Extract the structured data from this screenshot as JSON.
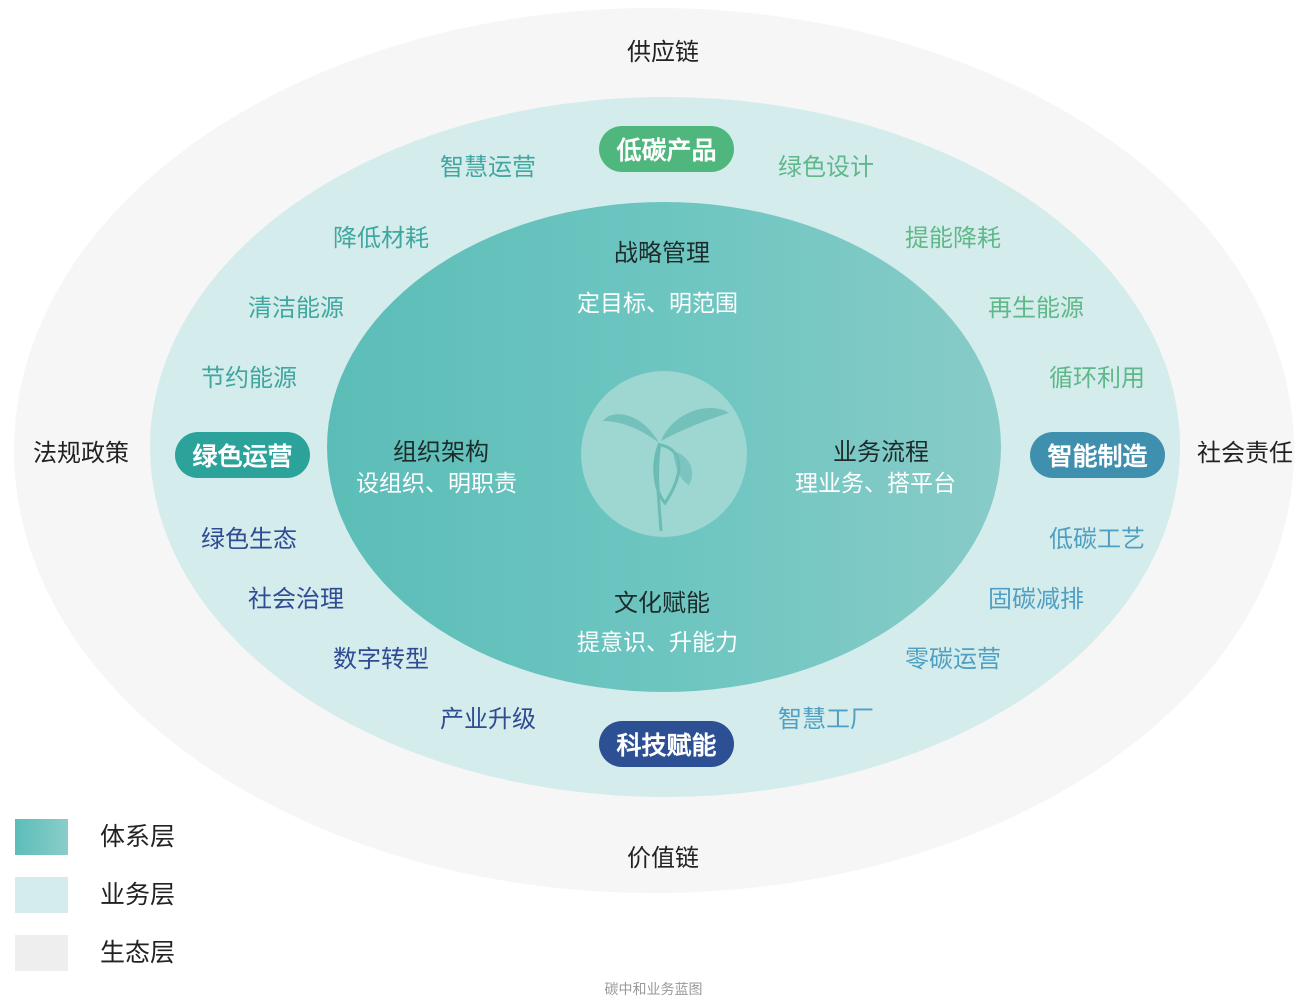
{
  "caption": "碳中和业务蓝图",
  "eco_labels": {
    "top": "供应链",
    "bottom": "价值链",
    "left": "法规政策",
    "right": "社会责任"
  },
  "system": {
    "top": {
      "title": "战略管理",
      "sub": "定目标、明范围"
    },
    "left": {
      "title": "组织架构",
      "sub": "设组织、明职责"
    },
    "right": {
      "title": "业务流程",
      "sub": "理业务、搭平台"
    },
    "bottom": {
      "title": "文化赋能",
      "sub": "提意识、升能力"
    }
  },
  "pills": {
    "top": "低碳产品",
    "left": "绿色运营",
    "right": "智能制造",
    "bottom": "科技赋能"
  },
  "business_items": [
    "智慧运营",
    "降低材耗",
    "清洁能源",
    "节约能源",
    "绿色设计",
    "提能降耗",
    "再生能源",
    "循环利用",
    "绿色生态",
    "社会治理",
    "数字转型",
    "产业升级",
    "低碳工艺",
    "固碳减排",
    "零碳运营",
    "智慧工厂"
  ],
  "legend": [
    {
      "label": "体系层",
      "color": "#6cc3bf"
    },
    {
      "label": "业务层",
      "color": "#d5ecec"
    },
    {
      "label": "生态层",
      "color": "#eeeeee"
    }
  ],
  "colors": {
    "pill_green": "#4fb77d",
    "pill_teal": "#2ca39a",
    "pill_blue": "#3f8fae",
    "pill_navy": "#2d4f94",
    "text_green": "#5fb88a",
    "text_teal": "#3fa6a0",
    "text_blue": "#4f9fc3",
    "text_navy": "#2f4b93"
  },
  "icons": {
    "center": "sprout-icon"
  }
}
